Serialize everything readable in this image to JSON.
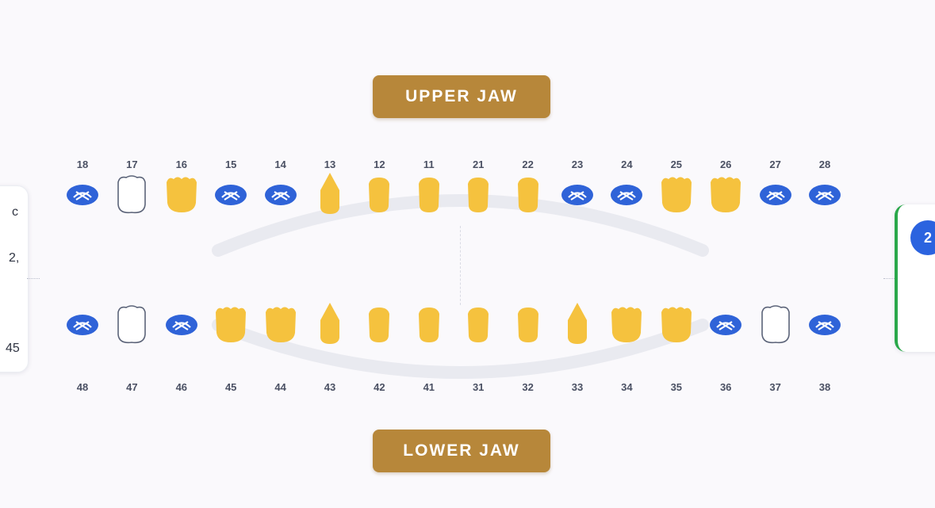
{
  "labels": {
    "upper_jaw": "UPPER JAW",
    "lower_jaw": "LOWER JAW"
  },
  "left_card": {
    "line1": "c",
    "line2": "2,",
    "line3": "45"
  },
  "right_card": {
    "badge": "2"
  },
  "colors": {
    "crown": "#f5c23e",
    "missing": "#2f63d8",
    "healthy_outline": "#5c6479",
    "label_bg": "#b7873a"
  },
  "upper_teeth": [
    {
      "num": "18",
      "status": "missing"
    },
    {
      "num": "17",
      "status": "healthy"
    },
    {
      "num": "16",
      "status": "crown-molar"
    },
    {
      "num": "15",
      "status": "missing"
    },
    {
      "num": "14",
      "status": "missing"
    },
    {
      "num": "13",
      "status": "crown-canine"
    },
    {
      "num": "12",
      "status": "crown-incisor"
    },
    {
      "num": "11",
      "status": "crown-incisor"
    },
    {
      "num": "21",
      "status": "crown-incisor"
    },
    {
      "num": "22",
      "status": "crown-incisor"
    },
    {
      "num": "23",
      "status": "missing"
    },
    {
      "num": "24",
      "status": "missing"
    },
    {
      "num": "25",
      "status": "crown-molar"
    },
    {
      "num": "26",
      "status": "crown-molar"
    },
    {
      "num": "27",
      "status": "missing"
    },
    {
      "num": "28",
      "status": "missing"
    }
  ],
  "lower_teeth": [
    {
      "num": "48",
      "status": "missing"
    },
    {
      "num": "47",
      "status": "healthy"
    },
    {
      "num": "46",
      "status": "missing"
    },
    {
      "num": "45",
      "status": "crown-molar"
    },
    {
      "num": "44",
      "status": "crown-molar"
    },
    {
      "num": "43",
      "status": "crown-canine"
    },
    {
      "num": "42",
      "status": "crown-incisor"
    },
    {
      "num": "41",
      "status": "crown-incisor"
    },
    {
      "num": "31",
      "status": "crown-incisor"
    },
    {
      "num": "32",
      "status": "crown-incisor"
    },
    {
      "num": "33",
      "status": "crown-canine"
    },
    {
      "num": "34",
      "status": "crown-molar"
    },
    {
      "num": "35",
      "status": "crown-molar"
    },
    {
      "num": "36",
      "status": "missing"
    },
    {
      "num": "37",
      "status": "healthy"
    },
    {
      "num": "38",
      "status": "missing"
    }
  ]
}
